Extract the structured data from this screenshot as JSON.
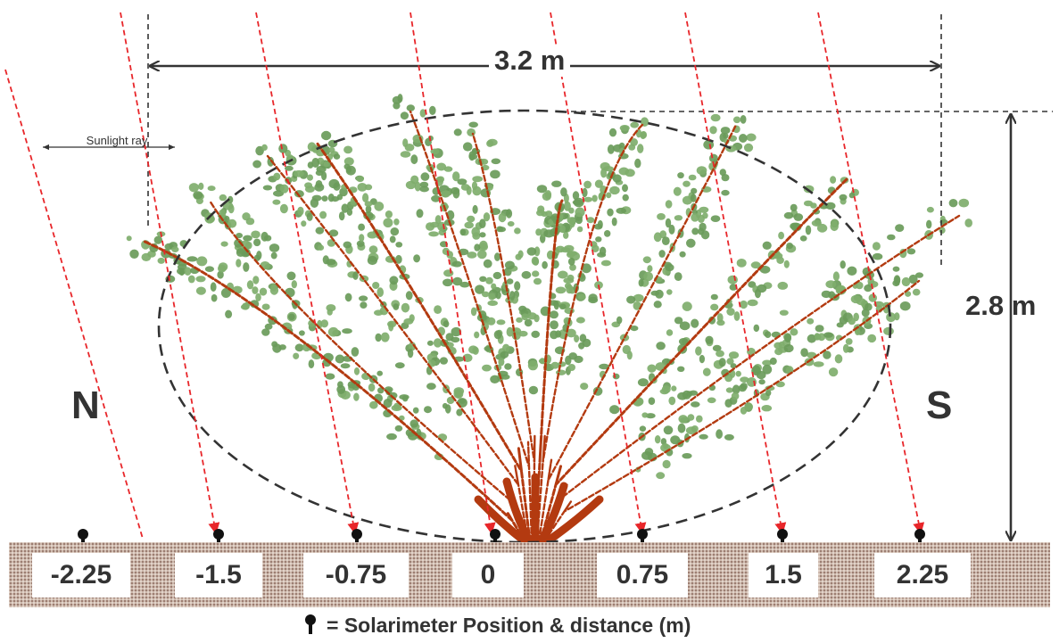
{
  "dimensions": {
    "width_label": "3.2 m",
    "height_label": "2.8 m"
  },
  "directions": {
    "north": "N",
    "south": "S"
  },
  "sunlight": {
    "label": "Sunlight ray"
  },
  "solarimeter_positions": [
    "-2.25",
    "-1.5",
    "-0.75",
    "0",
    "0.75",
    "1.5",
    "2.25"
  ],
  "legend": {
    "text": "= Solarimeter Position & distance (m)",
    "icon": "solarimeter-pin-icon"
  },
  "colors": {
    "ray": "#e8262a",
    "foliage": "#6a9b5a",
    "branch": "#b33a10",
    "dimension": "#333333",
    "ground": "#cdb9ad"
  }
}
